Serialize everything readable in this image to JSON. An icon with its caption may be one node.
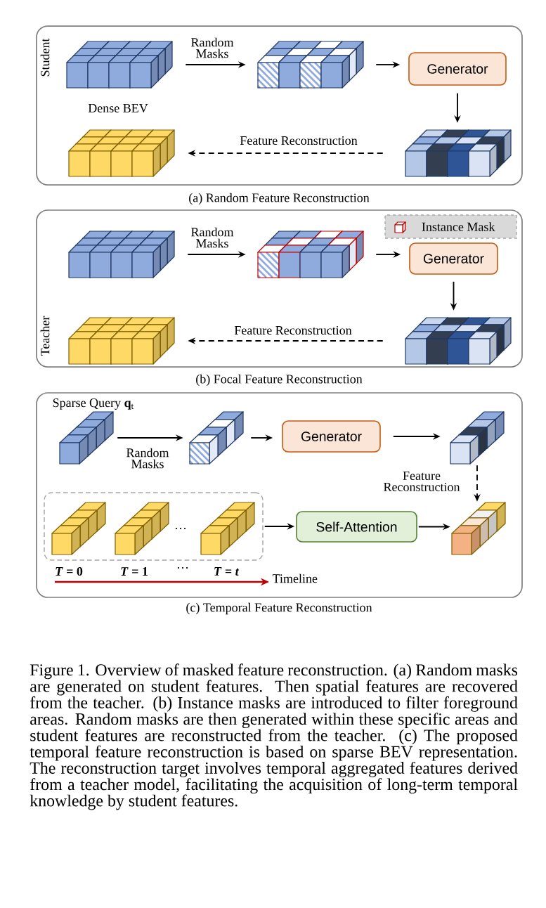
{
  "diagram": {
    "nodes": [
      {
        "text": [
          "Student",
          "(a) Random Feature Reconstruction"
        ]
      },
      {
        "text": [],
        "shape": "picture",
        "in": 0,
        "beside": [
          "Dense BEV"
        ]
      },
      {
        "text": [],
        "shape": "picture",
        "in": 0
      },
      {
        "text": [
          "Generator"
        ],
        "in": 0
      },
      {
        "text": [],
        "shape": "picture",
        "in": 0
      },
      {
        "text": [],
        "shape": "picture",
        "in": 0
      },
      {
        "text": [
          "Teacher",
          "(b) Focal Feature Reconstruction"
        ]
      },
      {
        "text": [
          "Instance Mask"
        ],
        "in": 6
      },
      {
        "text": [],
        "shape": "picture",
        "in": 6
      },
      {
        "text": [],
        "shape": "picture",
        "in": 6
      },
      {
        "text": [
          "Generator"
        ],
        "in": 6
      },
      {
        "text": [],
        "shape": "picture",
        "in": 6
      },
      {
        "text": [],
        "shape": "picture",
        "in": 6
      },
      {
        "text": [
          "(c) Temporal Feature Reconstruction"
        ]
      },
      {
        "text": [],
        "shape": "picture",
        "in": 13,
        "beside": [
          "Sparse Query **q**$_{t}$"
        ]
      },
      {
        "text": [],
        "shape": "picture",
        "in": 13
      },
      {
        "text": [
          "Generator"
        ],
        "in": 13
      },
      {
        "text": [],
        "shape": "picture",
        "in": 13
      },
      {
        "text": [],
        "shape": "box",
        "in": 13
      },
      {
        "text": [],
        "shape": "picture",
        "in": 18,
        "beside": [
          "*T* = 0"
        ]
      },
      {
        "text": [],
        "shape": "picture",
        "in": 18,
        "beside": [
          "*T* = 1"
        ]
      },
      {
        "text": [],
        "shape": "picture",
        "in": 18,
        "beside": [
          "*T* = *t*"
        ]
      },
      {
        "text": [
          "Self-Attention"
        ],
        "in": 13
      },
      {
        "text": [],
        "shape": "picture",
        "in": 13
      }
    ],
    "edges": [
      {
        "from": 1,
        "to": 2,
        "arrow": "to",
        "label": "Random Masks"
      },
      {
        "from": 2,
        "to": 3,
        "arrow": "to"
      },
      {
        "from": 3,
        "to": 4,
        "arrow": "to"
      },
      {
        "from": 4,
        "to": 5,
        "arrow": "to",
        "style": "dashed",
        "label": "Feature Reconstruction"
      },
      {
        "from": 8,
        "to": 9,
        "arrow": "to",
        "label": "Random Masks"
      },
      {
        "from": 9,
        "to": 10,
        "arrow": "to"
      },
      {
        "from": 10,
        "to": 11,
        "arrow": "to"
      },
      {
        "from": 11,
        "to": 12,
        "arrow": "to",
        "style": "dashed",
        "label": "Feature Reconstruction"
      },
      {
        "from": 14,
        "to": 15,
        "arrow": "to",
        "label": "Random Masks"
      },
      {
        "from": 15,
        "to": 16,
        "arrow": "to"
      },
      {
        "from": 16,
        "to": 17,
        "arrow": "to"
      },
      {
        "from": 17,
        "to": 23,
        "arrow": "to",
        "style": "dashed",
        "label": "Feature Reconstruction"
      },
      {
        "from": 18,
        "to": 22,
        "arrow": "to"
      },
      {
        "from": 22,
        "to": 23,
        "arrow": "to"
      }
    ],
    "labels": [
      "…",
      "…",
      "Timeline"
    ],
    "caption": "Figure 1. Overview of masked feature reconstruction. (a) Random masks are generated on student features. Then spatial features are recovered from the teacher. (b) Instance masks are introduced to filter foreground areas. Random masks are then generated within these specific areas and student features are reconstructed from the teacher. (c) The proposed temporal feature reconstruction is based on sparse BEV representation. The reconstruction target involves temporal aggregated features derived from a teacher model, facilitating the acquisition of long-term temporal knowledge by student features."
  }
}
